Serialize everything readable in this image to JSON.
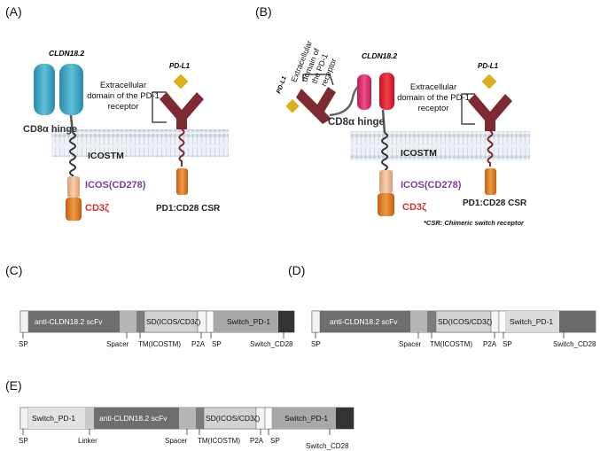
{
  "panels": {
    "A": "(A)",
    "B": "(B)",
    "C": "(C)",
    "D": "(D)",
    "E": "(E)"
  },
  "panel_a": {
    "cldn": "CLDN18.2",
    "hinge": "CD8α hinge",
    "icostm": "ICOSTM",
    "icos": "ICOS(CD278)",
    "cd3z": "CD3ζ",
    "pdl1": "PD-L1",
    "extracellular": [
      "Extracellular",
      "domain of the PD-1",
      "receptor"
    ],
    "csr": "PD1:CD28  CSR"
  },
  "panel_b": {
    "pdl1_left": "PD-L1",
    "extracellular_left": [
      "Extracellular",
      "domain of",
      "the PD-1",
      "receptor"
    ],
    "cldn": "CLDN18.2",
    "hinge": "CD8α hinge",
    "icostm": "ICOSTM",
    "icos": "ICOS(CD278)",
    "cd3z": "CD3ζ",
    "pdl1_right": "PD-L1",
    "extracellular_right": [
      "Extracellular",
      "domain of the PD-1",
      "receptor"
    ],
    "csr": "PD1:CD28  CSR",
    "footnote": "*CSR: Chimeric switch receptor"
  },
  "construct_c": {
    "segments": [
      "anti-CLDN18.2 scFv",
      "SD(ICOS/CD3ζ)",
      "Switch_PD-1"
    ],
    "ticks": [
      "SP",
      "Spacer",
      "TM(ICOSTM)",
      "P2A",
      "SP",
      "Switch_CD28"
    ]
  },
  "construct_d": {
    "segments": [
      "anti-CLDN18.2 scFv",
      "SD(ICOS/CD3ζ)",
      "Switch_PD-1"
    ],
    "ticks": [
      "SP",
      "Spacer",
      "TM(ICOSTM)",
      "P2A",
      "SP",
      "Switch_CD28"
    ]
  },
  "construct_e": {
    "segments": [
      "Switch_PD-1",
      "anti-CLDN18.2 scFv",
      "SD(ICOS/CD3ζ)",
      "Switch_PD-1"
    ],
    "ticks": [
      "SP",
      "Linker",
      "Spacer",
      "TM(ICOSTM)",
      "P2A",
      "SP",
      "Switch_CD28"
    ]
  },
  "colors": {
    "membrane": "#dfe6ee",
    "teal": "#3aa3bf",
    "magenta": "#d8306a",
    "maroon": "#7a2a30",
    "gold": "#d9b21b",
    "icos": "#e9b48e",
    "cd3z": "#dd7b22",
    "purple_text": "#7a3fa0",
    "red_text": "#d43030"
  }
}
